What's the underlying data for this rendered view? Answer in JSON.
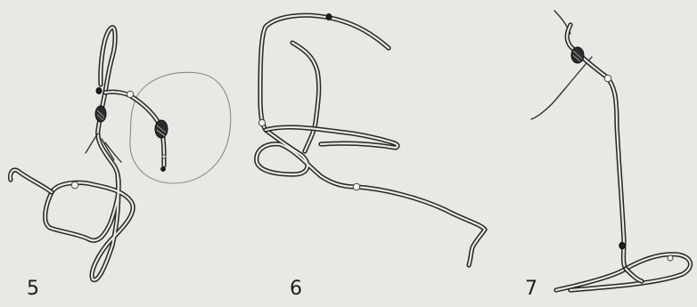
{
  "figures": [
    {
      "id": "5",
      "label": "5"
    },
    {
      "id": "6",
      "label": "6"
    },
    {
      "id": "7",
      "label": "7"
    }
  ]
}
